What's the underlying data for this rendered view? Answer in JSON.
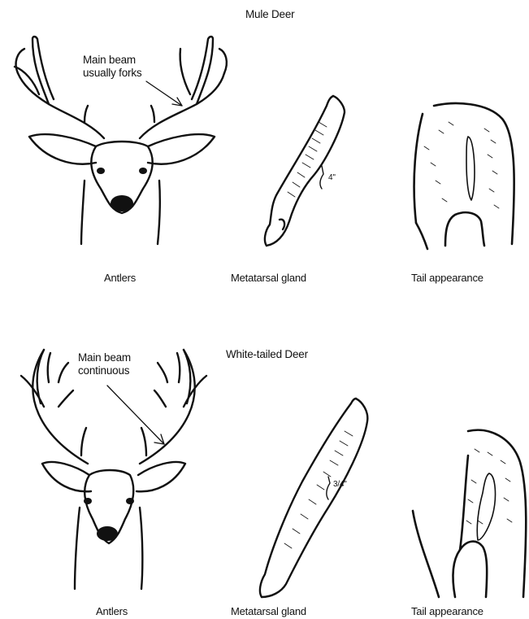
{
  "mule": {
    "title": "Mule Deer",
    "antler_note": "Main beam\nusually forks",
    "measure": "4''",
    "captions": {
      "antlers": "Antlers",
      "gland": "Metatarsal gland",
      "tail": "Tail appearance"
    }
  },
  "whitetail": {
    "title": "White-tailed Deer",
    "antler_note": "Main beam\ncontinuous",
    "measure": "3/4''",
    "captions": {
      "antlers": "Antlers",
      "gland": "Metatarsal gland",
      "tail": "Tail appearance"
    }
  }
}
